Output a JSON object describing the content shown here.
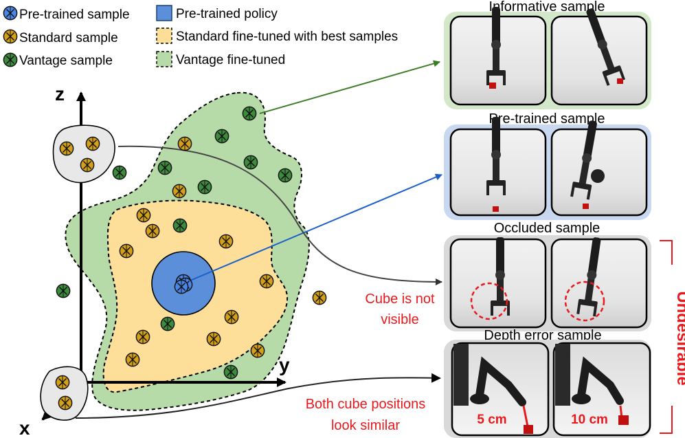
{
  "legend": {
    "pretrained_sample": "Pre-trained sample",
    "standard_sample": "Standard sample",
    "vantage_sample": "Vantage sample",
    "pretrained_policy": "Pre-trained policy",
    "standard_finetuned": "Standard fine-tuned with best samples",
    "vantage_finetuned": "Vantage fine-tuned"
  },
  "axes": {
    "z": "z",
    "y": "y",
    "x": "x"
  },
  "panels": {
    "informative": "Informative sample",
    "pretrained": "Pre-trained sample",
    "occluded": "Occluded sample",
    "depth_error": "Depth error sample"
  },
  "annotations": {
    "cube_line1": "Cube is not",
    "cube_line2": "visible",
    "both_line1": "Both cube positions",
    "both_line2": "look similar",
    "undesirable": "Undesirable",
    "dist_left": "5 cm",
    "dist_right": "10 cm"
  },
  "colors": {
    "pretrained": "#4a86e8",
    "standard": "#d4a017",
    "vantage": "#3d8b3d",
    "vantage_region": "#b7dba8",
    "standard_region": "#fddf9a",
    "policy": "#5b8fd9",
    "red": "#e8191c",
    "green_arrow": "#3b7d23",
    "blue_arrow": "#1b5fc9",
    "gray_arrow": "#555555",
    "green_panel": "#d3e8c9",
    "blue_panel": "#c8d8f0",
    "gray_panel": "#d9d9d9"
  },
  "icons": [
    "x-circle-marker-icon",
    "arrow-icon",
    "robot-arm-photo"
  ]
}
